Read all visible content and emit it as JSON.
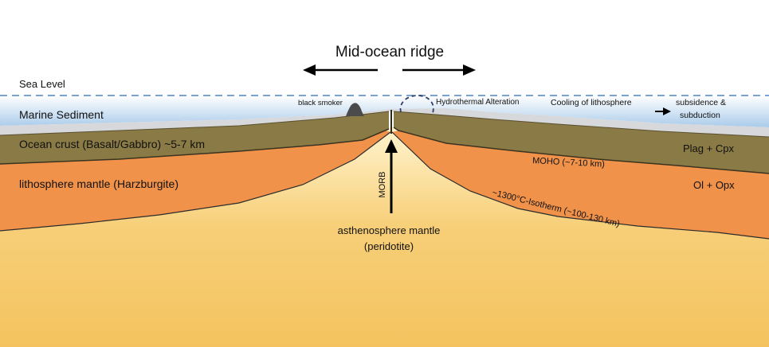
{
  "title": "Mid-ocean ridge",
  "labels": {
    "sea_level": "Sea Level",
    "marine_sediment": "Marine Sediment",
    "ocean_crust": "Ocean crust (Basalt/Gabbro) ~5-7 km",
    "lithosphere_mantle": "lithosphere mantle (Harzburgite)",
    "black_smoker": "black smoker",
    "hydrothermal_alteration": "Hydrothermal Alteration",
    "cooling": "Cooling of lithosphere",
    "subsidence_line1": "subsidence &",
    "subsidence_line2": "subduction",
    "plag_cpx": "Plag + Cpx",
    "moho": "MOHO (~7-10 km)",
    "ol_opx": "Ol + Opx",
    "isotherm": "~1300°C-Isotherm (~100-130 km)",
    "morb": "MORB",
    "asthenosphere_line1": "asthenosphere mantle",
    "asthenosphere_line2": "(peridotite)"
  },
  "colors": {
    "water": "#a9cbea",
    "sea_level_line": "#7aa2d4",
    "sediment": "#d6d8dc",
    "crust": "#8a7a45",
    "lithosphere": "#f0924a",
    "asthenosphere": "#f7cf78",
    "black_smoker": "#4b4b4b"
  }
}
